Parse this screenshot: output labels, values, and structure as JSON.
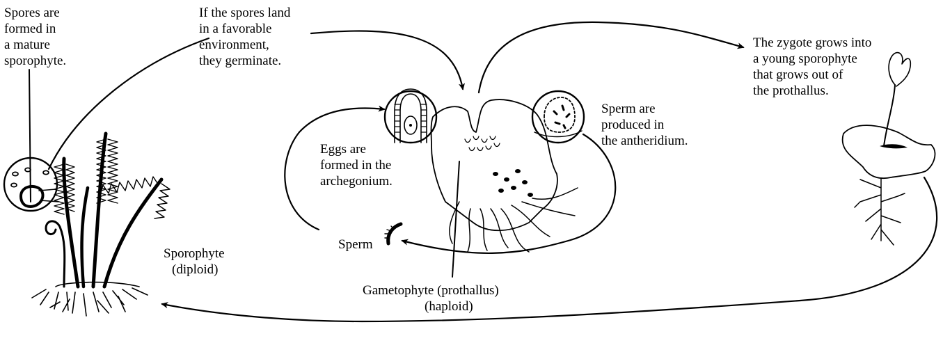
{
  "labels": {
    "spores_formed": [
      "Spores are",
      "formed in",
      "a mature",
      "sporophyte."
    ],
    "spores_land": [
      "If the spores land",
      "in a favorable",
      "environment,",
      "they germinate."
    ],
    "zygote_grows": [
      "The zygote grows into",
      "a young sporophyte",
      "that grows out of",
      "the prothallus."
    ],
    "sperm_produced": [
      "Sperm are",
      "produced in",
      "the antheridium."
    ],
    "eggs_formed": [
      "Eggs are",
      "formed in the",
      "archegonium."
    ],
    "sperm": "Sperm",
    "sporophyte": [
      "Sporophyte",
      "(diploid)"
    ],
    "gametophyte": [
      "Gametophyte (prothallus)",
      "(haploid)"
    ]
  }
}
